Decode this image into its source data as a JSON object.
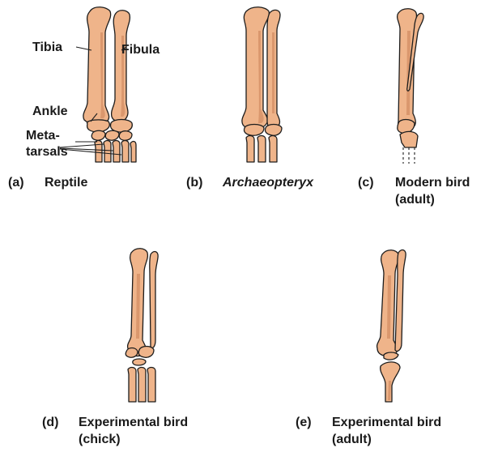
{
  "labels": {
    "tibia": "Tibia",
    "fibula": "Fibula",
    "ankle": "Ankle",
    "metatarsals_1": "Meta-",
    "metatarsals_2": "tarsals"
  },
  "panels": [
    {
      "letter": "(a)",
      "title": "Reptile",
      "title2": ""
    },
    {
      "letter": "(b)",
      "title": "Archaeopteryx",
      "title2": ""
    },
    {
      "letter": "(c)",
      "title": "Modern bird",
      "title2": "(adult)"
    },
    {
      "letter": "(d)",
      "title": "Experimental bird",
      "title2": "(chick)"
    },
    {
      "letter": "(e)",
      "title": "Experimental bird",
      "title2": "(adult)"
    }
  ],
  "colors": {
    "bone": "#efb48a",
    "outline": "#1d1d1d",
    "shading": "#c97f55"
  }
}
